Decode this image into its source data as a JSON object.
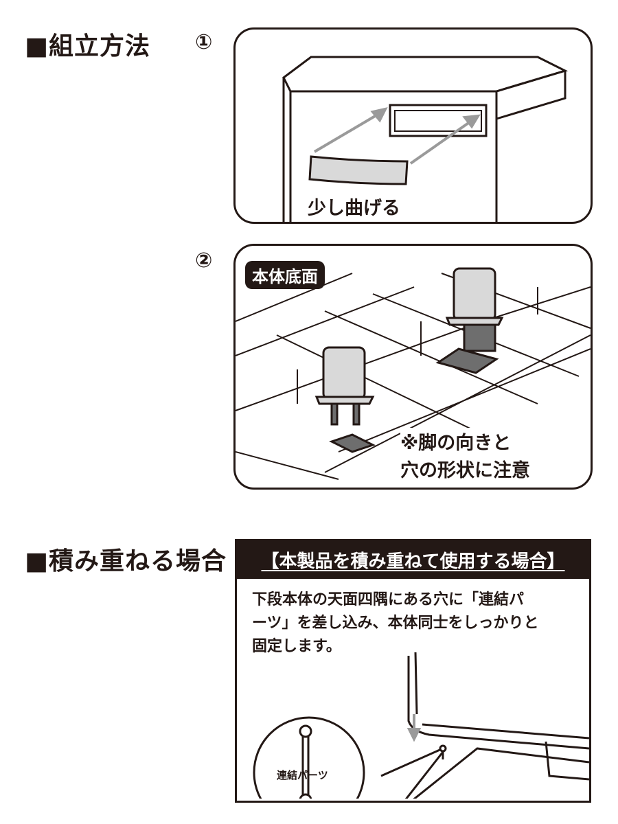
{
  "section1": {
    "heading": "■組立方法",
    "step1": {
      "number": "①",
      "caption": "少し曲げる"
    },
    "step2": {
      "number": "②",
      "tag": "本体底面",
      "note_line1": "※脚の向きと",
      "note_line2": "穴の形状に注意"
    }
  },
  "section2": {
    "heading": "■積み重ねる場合",
    "box_title": "【本製品を積み重ねて使用する場合】",
    "body_lines": [
      "下段本体の天面四隅にある穴に「連結パ",
      "ーツ」を差し込み、本体同士をしっかりと",
      "固定します。"
    ],
    "inset_label": "連結パーツ"
  },
  "colors": {
    "ink": "#231815",
    "gray_part": "#d9d9d9",
    "dark_part": "#6e6e6e",
    "arrow": "#9a9a9a"
  }
}
